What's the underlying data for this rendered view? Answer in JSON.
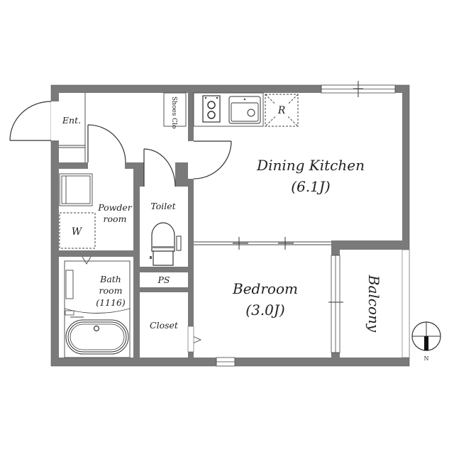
{
  "floor_plan": {
    "rooms": {
      "entrance": {
        "label": "Ent."
      },
      "shoes_closet": {
        "label": "Shoes Clo"
      },
      "dining_kitchen": {
        "label": "Dining Kitchen",
        "area": "(6.1J)"
      },
      "refrigerator": {
        "label": "R"
      },
      "powder_room": {
        "label_line1": "Powder",
        "label_line2": "room"
      },
      "washer": {
        "label": "W"
      },
      "toilet": {
        "label": "Toilet"
      },
      "pipe_space": {
        "label": "PS"
      },
      "bathroom": {
        "label_line1": "Bath",
        "label_line2": "room",
        "label_line3": "(1116)"
      },
      "closet": {
        "label": "Closet"
      },
      "bedroom": {
        "label": "Bedroom",
        "area": "(3.0J)"
      },
      "balcony": {
        "label": "Balcony"
      }
    },
    "compass": {
      "label": "N"
    },
    "colors": {
      "wall": "#7a7a7a",
      "line": "#333333",
      "background": "#ffffff"
    }
  }
}
